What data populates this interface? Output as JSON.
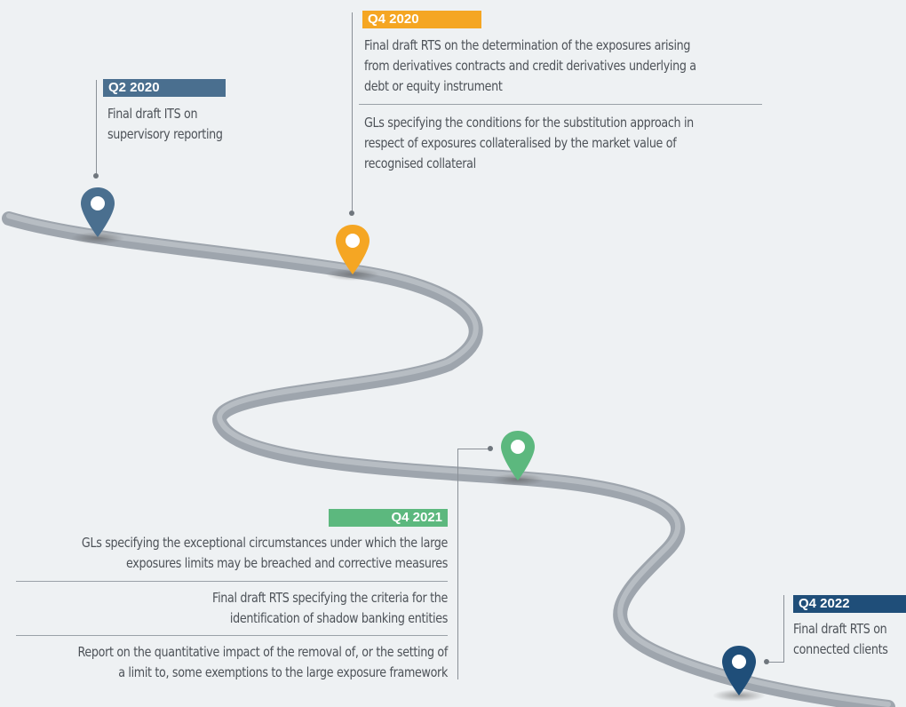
{
  "milestones": [
    {
      "quarter": "Q2 2020",
      "color": "#4a6f8f",
      "items": [
        "Final draft ITS on supervisory reporting"
      ],
      "lines": [
        [
          "Final draft ITS on",
          "supervisory reporting"
        ]
      ]
    },
    {
      "quarter": "Q4 2020",
      "color": "#f5a623",
      "items": [
        "Final draft RTS on the determination of the exposures arising from derivatives contracts and credit derivatives underlying a debt or equity instrument",
        "GLs specifying the conditions for the substitution approach in respect of exposures collateralised by the market value of recognised collateral"
      ],
      "lines": [
        [
          "Final draft RTS on the determination of the exposures arising",
          "from derivatives contracts and credit derivatives underlying a",
          "debt or equity instrument"
        ],
        [
          "GLs specifying the conditions for the substitution approach in",
          "respect of exposures collateralised by the market value of",
          "recognised collateral"
        ]
      ]
    },
    {
      "quarter": "Q4 2021",
      "color": "#5cb87e",
      "items": [
        "GLs specifying the exceptional circumstances under which the large exposures limits may be breached and corrective measures",
        "Final draft RTS specifying the criteria for the identification of shadow banking entities",
        "Report on the quantitative impact of the removal of, or the setting of a limit to, some exemptions to the large exposure framework"
      ],
      "lines": [
        [
          "GLs specifying the exceptional circumstances under which the large",
          "exposures limits may be breached and corrective measures"
        ],
        [
          "Final draft RTS specifying the criteria for the",
          "identification of shadow banking entities"
        ],
        [
          "Report on the quantitative impact of the removal of, or the setting of",
          "a limit to, some exemptions to the large exposure framework"
        ]
      ]
    },
    {
      "quarter": "Q4 2022",
      "color": "#1f4e79",
      "items": [
        "Final draft RTS on connected clients"
      ],
      "lines": [
        [
          "Final draft RTS on",
          "connected clients"
        ]
      ]
    }
  ]
}
